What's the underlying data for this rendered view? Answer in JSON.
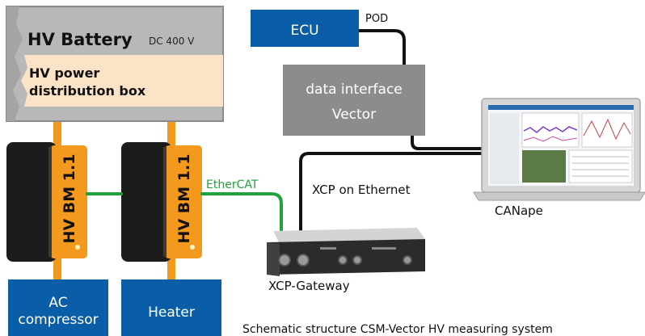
{
  "diagram": {
    "battery": {
      "title": "HV Battery",
      "voltage": "DC 400 V"
    },
    "distribution_box": {
      "line1": "HV power",
      "line2": "distribution box"
    },
    "modules": [
      {
        "label": "HV BM 1.1"
      },
      {
        "label": "HV BM 1.1"
      }
    ],
    "ethercat_label": "EtherCAT",
    "ecu_label": "ECU",
    "pod_label": "POD",
    "data_interface": {
      "line1": "data interface",
      "line2": "Vector"
    },
    "xcp_ethernet_label": "XCP on Ethernet",
    "laptop_label": "CANape",
    "gateway_label": "XCP-Gateway",
    "ac_compressor": {
      "line1": "AC",
      "line2": "compressor"
    },
    "heater_label": "Heater",
    "caption": "Schematic structure CSM-Vector HV measuring system",
    "colors": {
      "blue": "#0a5ea8",
      "orange": "#f39a1e",
      "grey_box": "#8c8c8c",
      "green": "#22a03c",
      "battery_grey": "#b8b8b8",
      "cream": "#fbe3c8"
    }
  }
}
